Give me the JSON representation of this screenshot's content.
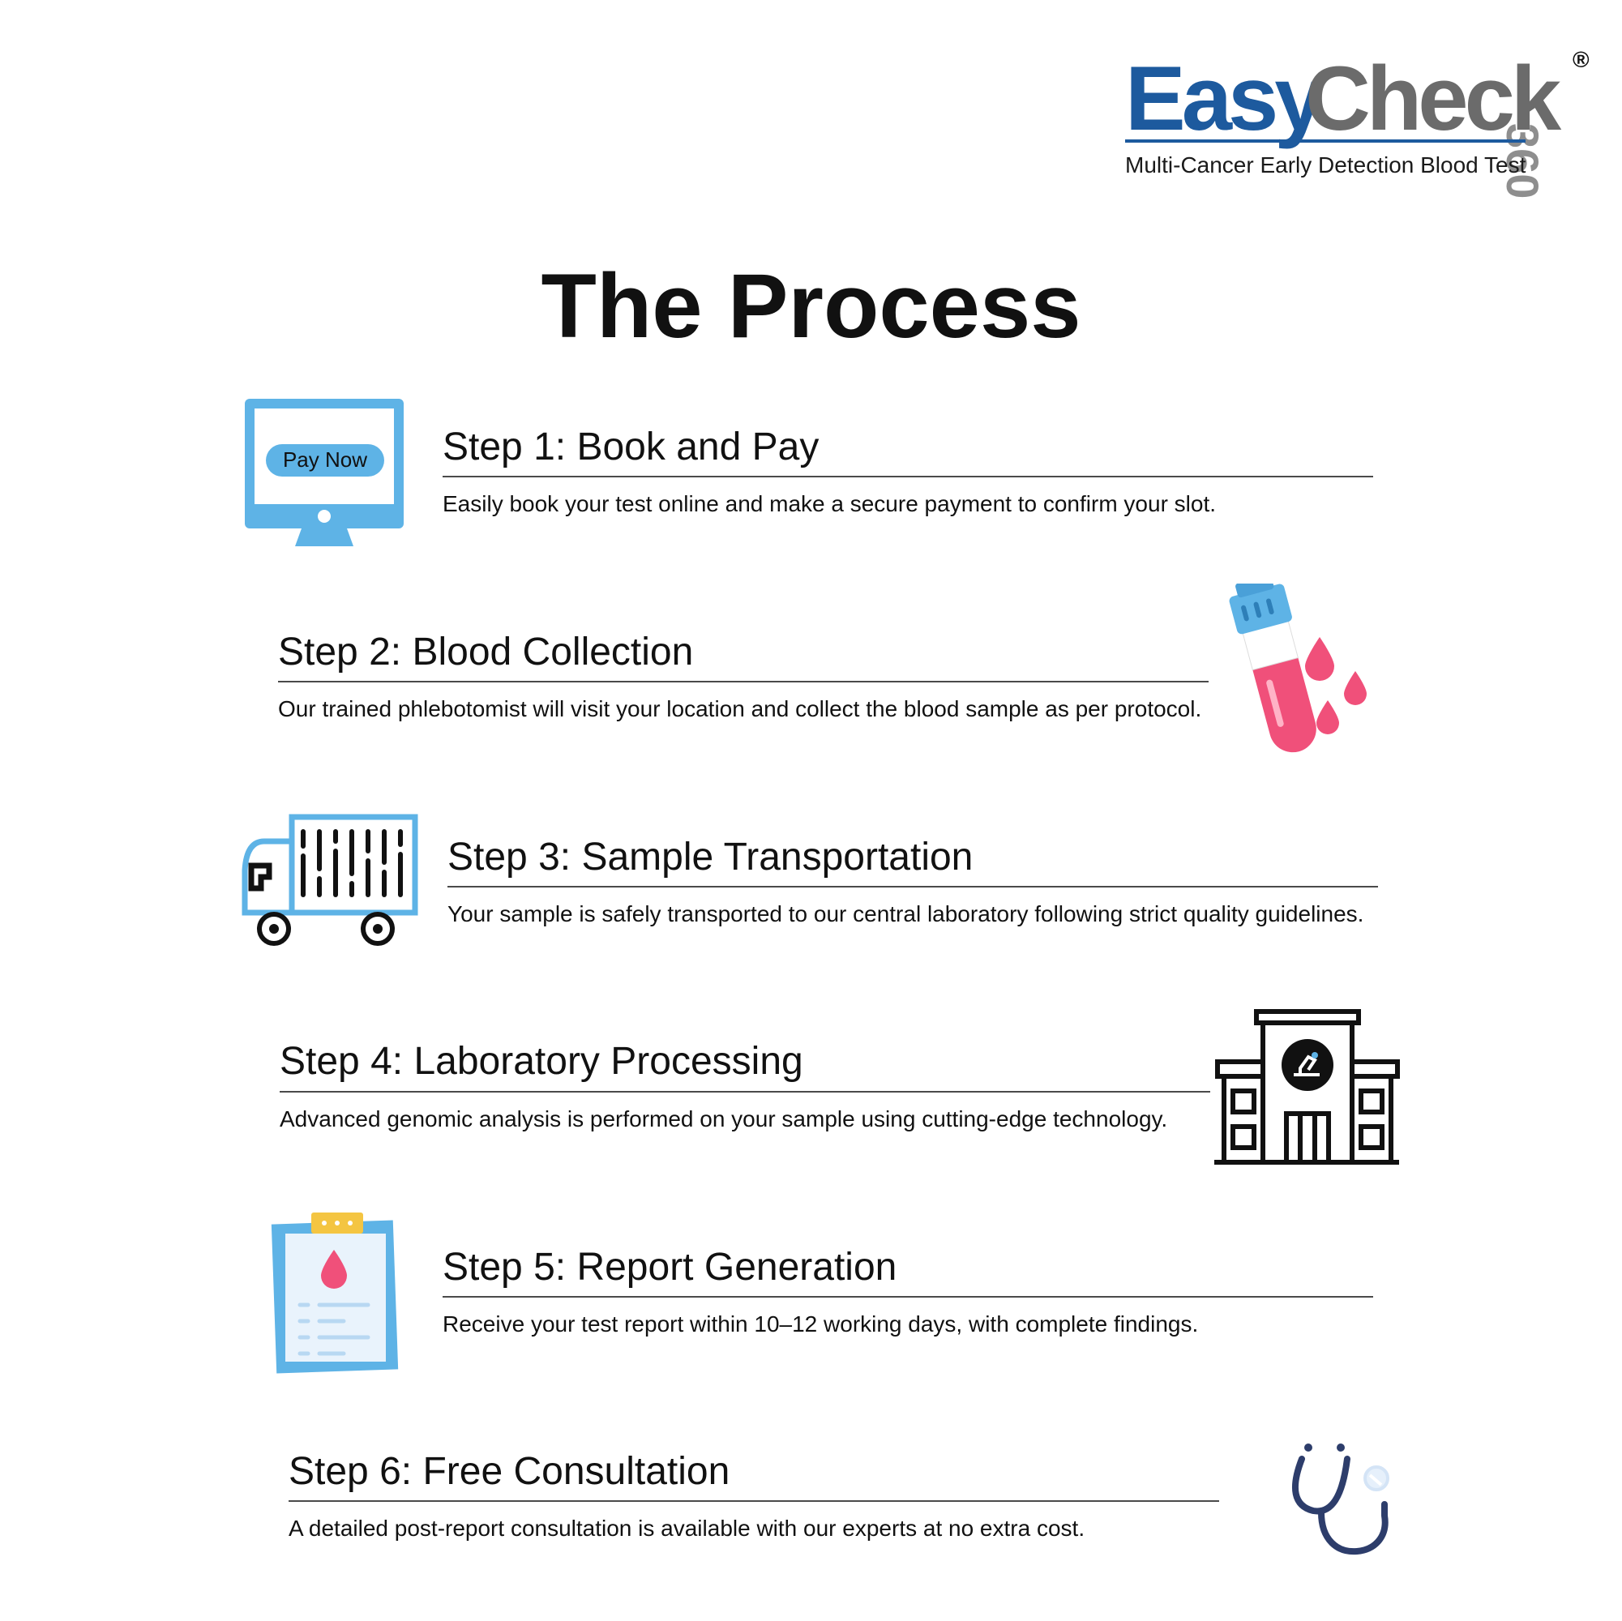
{
  "brand": {
    "name_part1": "Easy",
    "name_part2": "Check",
    "badge": "360",
    "registered": "®",
    "tagline": "Multi-Cancer Early Detection Blood Test",
    "colors": {
      "blue": "#1d5a9e",
      "gray": "#6b6b6b"
    }
  },
  "page_title": "The Process",
  "steps": [
    {
      "title": "Step 1: Book and Pay",
      "description": "Easily book your test online and make a secure payment to confirm your slot.",
      "icon": "monitor-pay-icon",
      "icon_text": "Pay Now"
    },
    {
      "title": "Step 2: Blood Collection",
      "description": "Our trained phlebotomist will visit your location and collect the blood sample as per protocol.",
      "icon": "test-tube-icon"
    },
    {
      "title": "Step 3: Sample Transportation",
      "description": "Your sample is safely transported to our central laboratory following strict quality guidelines.",
      "icon": "truck-icon"
    },
    {
      "title": "Step 4: Laboratory Processing",
      "description": "Advanced genomic analysis is performed on your sample using cutting-edge technology.",
      "icon": "laboratory-building-icon"
    },
    {
      "title": "Step 5: Report Generation",
      "description": "Receive your test report within 10–12 working days, with complete findings.",
      "icon": "clipboard-report-icon"
    },
    {
      "title": "Step 6: Free Consultation",
      "description": "A detailed post-report consultation is available with our experts at no extra cost.",
      "icon": "stethoscope-icon"
    }
  ],
  "colors": {
    "icon_blue": "#5eb3e6",
    "icon_pink": "#f0507a",
    "icon_navy": "#2d3d6b",
    "icon_yellow": "#f4c542"
  }
}
